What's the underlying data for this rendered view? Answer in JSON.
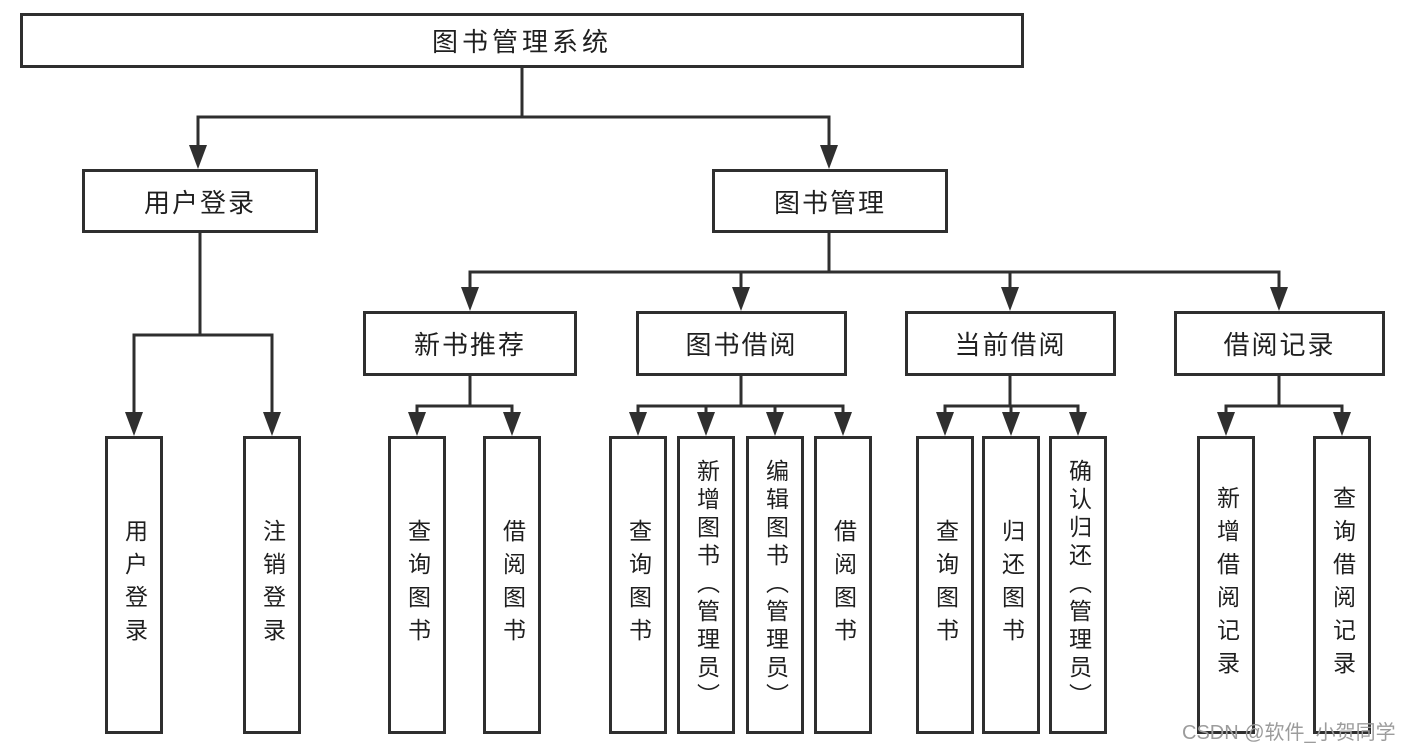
{
  "diagram": {
    "root": {
      "label": "图书管理系统"
    },
    "level2": [
      {
        "key": "user-login",
        "label": "用户登录"
      },
      {
        "key": "book-management",
        "label": "图书管理"
      }
    ],
    "level3": [
      {
        "key": "new-book-recommend",
        "label": "新书推荐"
      },
      {
        "key": "book-borrow",
        "label": "图书借阅"
      },
      {
        "key": "current-borrow",
        "label": "当前借阅"
      },
      {
        "key": "borrow-records",
        "label": "借阅记录"
      }
    ],
    "leaves": [
      {
        "key": "user-login",
        "label": "用户登录"
      },
      {
        "key": "logout",
        "label": "注销登录"
      },
      {
        "key": "query-books-recommend",
        "label": "查询图书"
      },
      {
        "key": "borrow-books-recommend",
        "label": "借阅图书"
      },
      {
        "key": "query-books-borrow",
        "label": "查询图书"
      },
      {
        "key": "add-books-admin",
        "label": "新增图书（管理员）"
      },
      {
        "key": "edit-books-admin",
        "label": "编辑图书（管理员）"
      },
      {
        "key": "borrow-books",
        "label": "借阅图书"
      },
      {
        "key": "query-books-current",
        "label": "查询图书"
      },
      {
        "key": "return-books",
        "label": "归还图书"
      },
      {
        "key": "confirm-return-admin",
        "label": "确认归还（管理员）"
      },
      {
        "key": "add-borrow-record",
        "label": "新增借阅记录"
      },
      {
        "key": "query-borrow-record",
        "label": "查询借阅记录"
      }
    ]
  },
  "watermark": {
    "text": "CSDN @软件_小贺同学"
  },
  "colors": {
    "line": "#2f2f2f",
    "box_border": "#2f2f2f",
    "text": "#1f1f1f",
    "watermark": "#9c9c9c",
    "background": "#ffffff"
  }
}
